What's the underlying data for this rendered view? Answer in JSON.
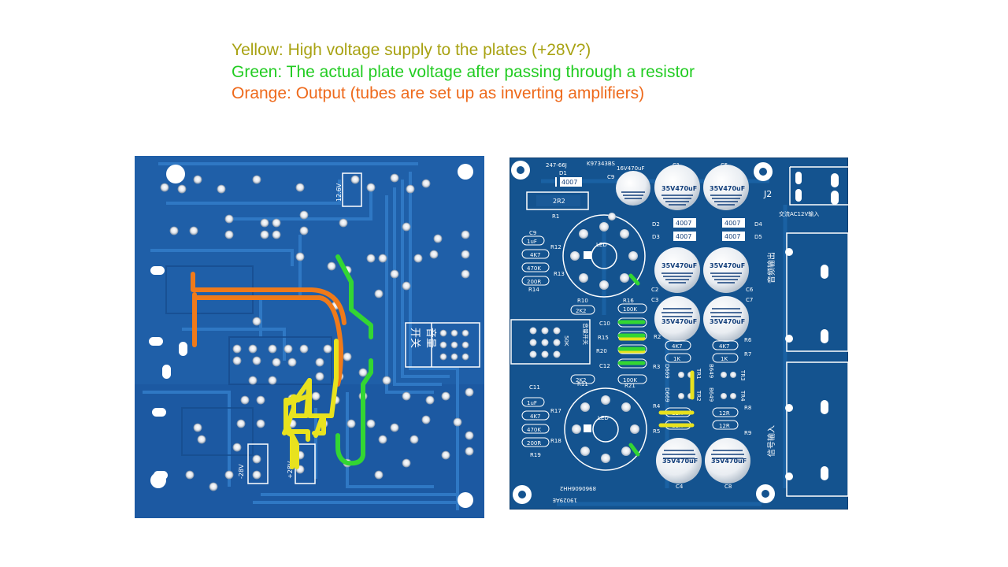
{
  "legend": {
    "yellow": "Yellow: High voltage supply to the plates (+28V?)",
    "green": "Green: The actual plate voltage after passing through a resistor",
    "orange": "Orange: Output (tubes are set up as inverting amplifiers)"
  },
  "colors": {
    "board": "#1f5fa8",
    "board_dark": "#174c8e",
    "trace": "#2f78c4",
    "yellow": "#e8e21e",
    "green": "#33d633",
    "orange": "#ef7a1a"
  },
  "left_board": {
    "label_12v": "12.6V",
    "label_neg28": "-28V",
    "label_pos28": "+28V",
    "label_switch": "开关",
    "label_volume": "音量"
  },
  "right_board": {
    "top_label": "247-66J",
    "kit_label": "K97343BS",
    "d1": "D1",
    "d1_part": "4007",
    "r1": "R1",
    "r1_part": "2R2",
    "c9": "C9",
    "c9_part": "16V470uF",
    "c1": "C1",
    "c5": "C5",
    "cap_main": "35V470uF",
    "j2": "J2",
    "ac_label": "交流AC12V输入",
    "d2": "D2",
    "d3": "D3",
    "d4": "D4",
    "d5": "D5",
    "diode_part": "4007",
    "c9b": "C9",
    "uf1": "1uF",
    "r12": "R12",
    "r13": "R13",
    "r14": "R14",
    "val_4k7": "4K7",
    "val_470k": "470K",
    "val_200r": "200R",
    "led": "LED",
    "c2": "C2",
    "c3": "C3",
    "c6": "C6",
    "c7": "C7",
    "r10": "R10",
    "r16": "R16",
    "val_2k2": "2K2",
    "val_100k": "100K",
    "c10": "C10",
    "r15": "R15",
    "r20": "R20",
    "c12": "C12",
    "r11": "R11",
    "r21": "R21",
    "r2": "R2",
    "r3": "R3",
    "r6": "R6",
    "r7": "R7",
    "val_1k": "1K",
    "vol_label": "音量开关",
    "pot": "50K",
    "tr1": "TR1",
    "tr2": "TR2",
    "tr3": "TR3",
    "tr4": "TR4",
    "tr_part_a": "D669",
    "tr_part_b": "B649",
    "r4": "R4",
    "r5": "R5",
    "r8": "R8",
    "r9": "R9",
    "val_12r": "12R",
    "c11": "C11",
    "r17": "R17",
    "r18": "R18",
    "r19": "R19",
    "c4": "C4",
    "c8": "C8",
    "audio_out": "音频输出",
    "signal_in": "信号输入",
    "date": "19029AE",
    "code": "8960606HH2"
  }
}
